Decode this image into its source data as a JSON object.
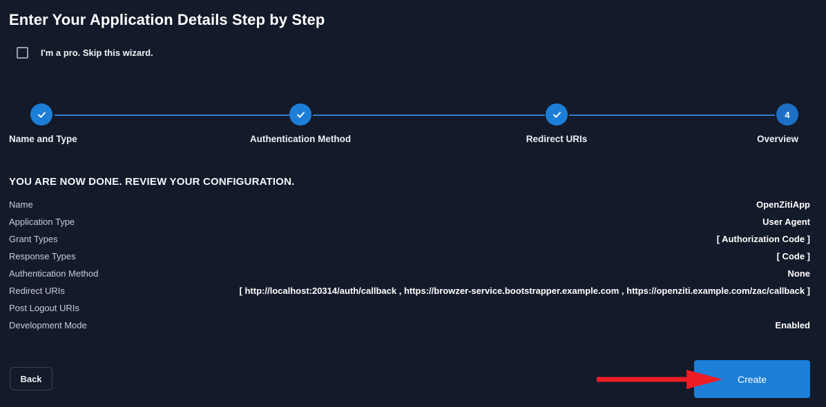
{
  "header": {
    "title": "Enter Your Application Details Step by Step"
  },
  "skip": {
    "label": "I'm a pro. Skip this wizard.",
    "checked": false
  },
  "stepper": {
    "active_index": 3,
    "steps": [
      {
        "label": "Name and Type",
        "number": "1",
        "state": "complete",
        "icon": "check-icon"
      },
      {
        "label": "Authentication Method",
        "number": "2",
        "state": "complete",
        "icon": "check-icon"
      },
      {
        "label": "Redirect URIs",
        "number": "3",
        "state": "complete",
        "icon": "check-icon"
      },
      {
        "label": "Overview",
        "number": "4",
        "state": "current",
        "icon": "step-number"
      }
    ]
  },
  "review": {
    "heading": "YOU ARE NOW DONE. REVIEW YOUR CONFIGURATION.",
    "rows": [
      {
        "key": "Name",
        "value": "OpenZitiApp"
      },
      {
        "key": "Application Type",
        "value": "User Agent"
      },
      {
        "key": "Grant Types",
        "value": "[ Authorization Code ]"
      },
      {
        "key": "Response Types",
        "value": "[ Code ]"
      },
      {
        "key": "Authentication Method",
        "value": "None"
      },
      {
        "key": "Redirect URIs",
        "value": "[ http://localhost:20314/auth/callback , https://browzer-service.bootstrapper.example.com , https://openziti.example.com/zac/callback ]"
      },
      {
        "key": "Post Logout URIs",
        "value": ""
      },
      {
        "key": "Development Mode",
        "value": "Enabled"
      }
    ]
  },
  "footer": {
    "back_label": "Back",
    "create_label": "Create"
  },
  "annotation": {
    "type": "arrow",
    "points_to": "create-button",
    "color": "#ee1c25"
  },
  "colors": {
    "background": "#131a29",
    "accent": "#1c7ed6",
    "connector": "#2f7fd1",
    "annotation": "#ee1c25",
    "key_text": "#c8cedb",
    "value_text": "#ffffff"
  }
}
